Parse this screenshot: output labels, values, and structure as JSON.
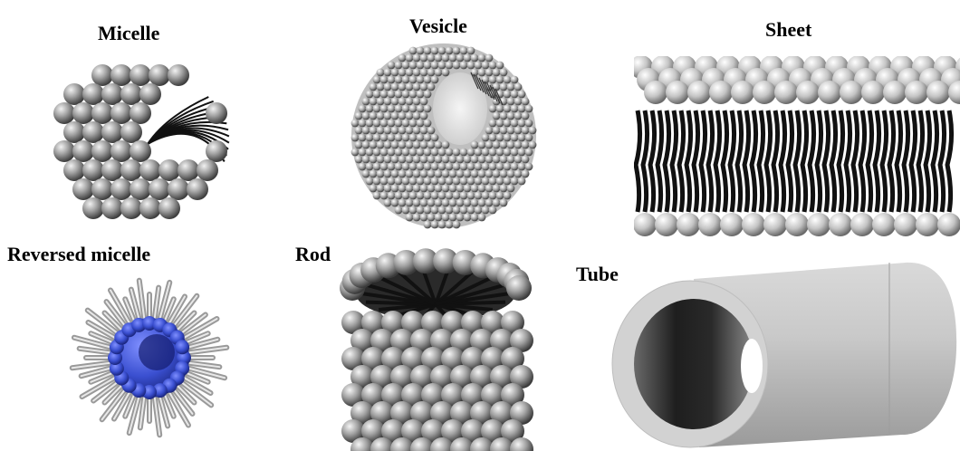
{
  "figure": {
    "panels": [
      {
        "id": "micelle",
        "label": "Micelle"
      },
      {
        "id": "vesicle",
        "label": "Vesicle"
      },
      {
        "id": "sheet",
        "label": "Sheet"
      },
      {
        "id": "reversed_micelle",
        "label": "Reversed micelle"
      },
      {
        "id": "rod",
        "label": "Rod"
      },
      {
        "id": "tube",
        "label": "Tube"
      }
    ]
  },
  "colors": {
    "sphere_gray": "#8c8c8c",
    "sphere_light": "#e6e6e6",
    "tail_black": "#111111",
    "reversed_core_blue": "#3a4fd0",
    "tube_gray": "#bdbdbd"
  }
}
